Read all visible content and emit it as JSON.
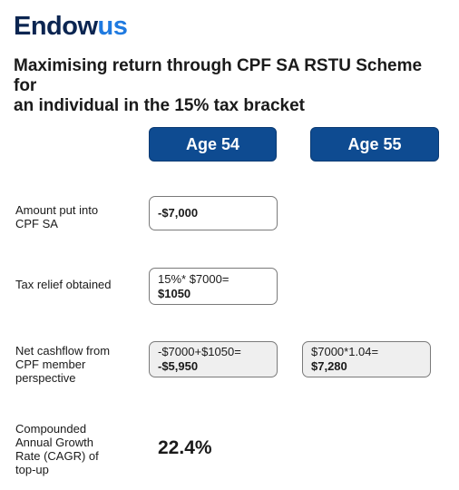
{
  "logo": {
    "part1": "Endow",
    "part2": "us"
  },
  "title": {
    "line1": "Maximising return through CPF SA RSTU Scheme for",
    "line2": "an individual in the 15% tax bracket"
  },
  "columns": {
    "age54": "Age 54",
    "age55": "Age 55"
  },
  "rows": {
    "amount": {
      "label": [
        "Amount put into",
        "CPF SA"
      ],
      "age54": {
        "line1": "-$7,000"
      }
    },
    "tax_relief": {
      "label": [
        "Tax relief obtained"
      ],
      "age54": {
        "line1": "15%* $7000=",
        "line2": "$1050"
      }
    },
    "net_cashflow": {
      "label": [
        "Net cashflow from",
        "CPF member",
        "perspective"
      ],
      "age54": {
        "line1": "-$7000+$1050=",
        "line2": "-$5,950"
      },
      "age55": {
        "line1": "$7000*1.04=",
        "line2": "$7,280"
      }
    },
    "cagr": {
      "label": [
        "Compounded",
        "Annual Growth",
        "Rate (CAGR) of",
        "top-up"
      ],
      "value": "22.4%"
    }
  },
  "colors": {
    "brand_navy": "#0b2551",
    "brand_blue": "#1f7ae0",
    "header_fill": "#0e4b91",
    "grey_box": "#efefef"
  }
}
